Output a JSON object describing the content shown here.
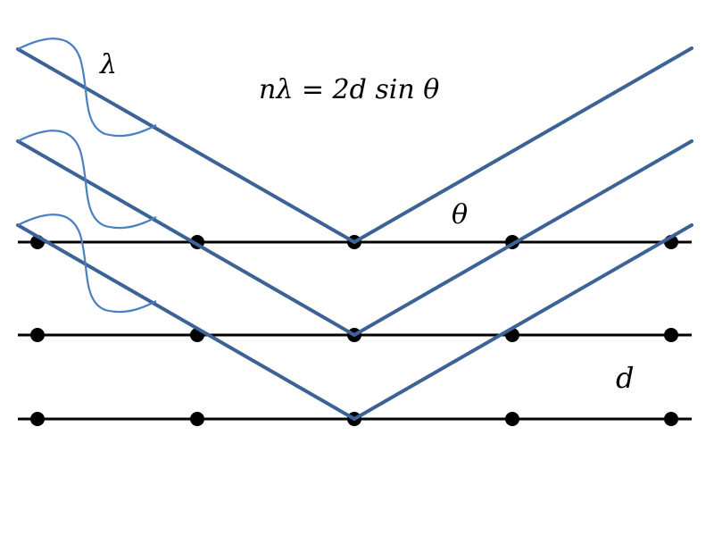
{
  "labels": {
    "lambda": "λ",
    "formula": "nλ = 2d sin θ",
    "theta": "θ",
    "spacing": "d"
  },
  "colors": {
    "ray": "#3b6396",
    "wave": "#4a7fc0",
    "lattice": "#000000",
    "atom": "#000000"
  },
  "lattice_planes": 3,
  "atoms_per_plane": 5,
  "incident_rays": 3,
  "reflected_rays": 3
}
